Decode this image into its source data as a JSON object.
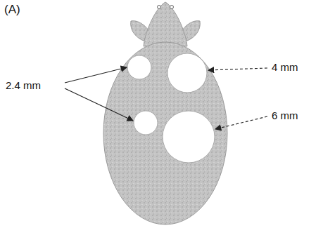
{
  "diagram": {
    "labels": [
      "(A)",
      "2.4 mm",
      "4 mm",
      "6 mm"
    ]
  }
}
